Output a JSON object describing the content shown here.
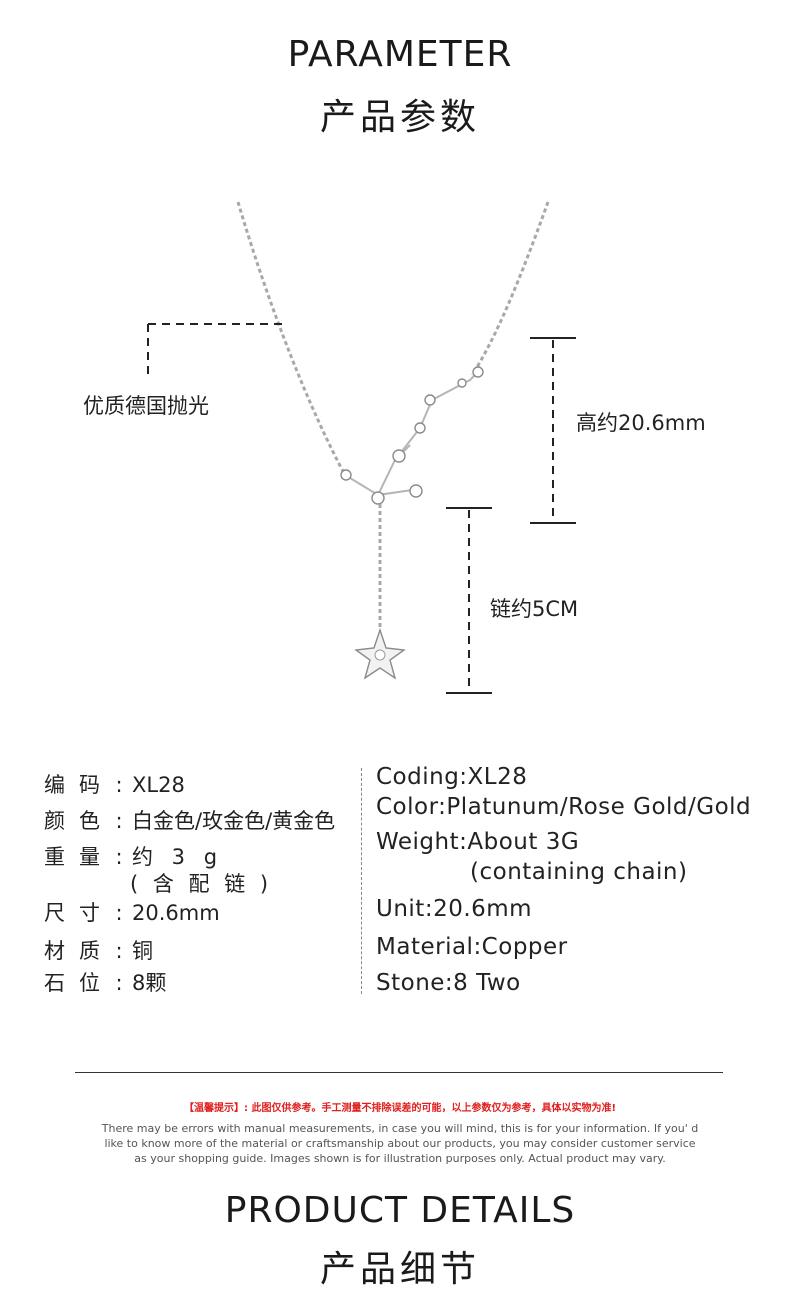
{
  "header": {
    "title_en": "PARAMETER",
    "title_zh": "产品参数"
  },
  "diagram": {
    "polish_label": "优质德国抛光",
    "height_label": "高约20.6mm",
    "chain_label": "链约5CM"
  },
  "specs_zh": [
    {
      "label": "编码",
      "sep": ":",
      "value": "XL28"
    },
    {
      "label": "颜色",
      "sep": ":",
      "value": "白金色/玫金色/黄金色"
    },
    {
      "label": "重量",
      "sep": ":",
      "value": "约 3 g"
    },
    {
      "label": "",
      "sep": "",
      "value": "( 含 配 链 )"
    },
    {
      "label": "尺寸",
      "sep": ":",
      "value": "20.6mm"
    },
    {
      "label": "材质",
      "sep": ":",
      "value": "铜"
    },
    {
      "label": "石位",
      "sep": ":",
      "value": "8颗"
    }
  ],
  "specs_en": [
    "Coding:XL28",
    "Color:Platunum/Rose Gold/Gold",
    "Weight:About 3G",
    "(containing chain)",
    "Unit:20.6mm",
    "Material:Copper",
    "Stone:8 Two"
  ],
  "notice": {
    "red": "【温馨提示】: 此图仅供参考。手工测量不排除误差的可能，以上参数仅为参考，具体以实物为准!",
    "gray_lines": [
      "There may be errors with manual measurements, in case you will mind, this is for your information. If you'  d",
      "like to know more of the material or craftsmanship about our products, you may consider customer service",
      "as your shopping guide. Images shown is for illustration purposes only. Actual product may vary."
    ]
  },
  "footer": {
    "title_en": "PRODUCT DETAILS",
    "title_zh": "产品细节"
  },
  "colors": {
    "text": "#1a1a1a",
    "notice_red": "#e0201f",
    "notice_gray": "#555555",
    "silver": "#9a9a9a"
  }
}
